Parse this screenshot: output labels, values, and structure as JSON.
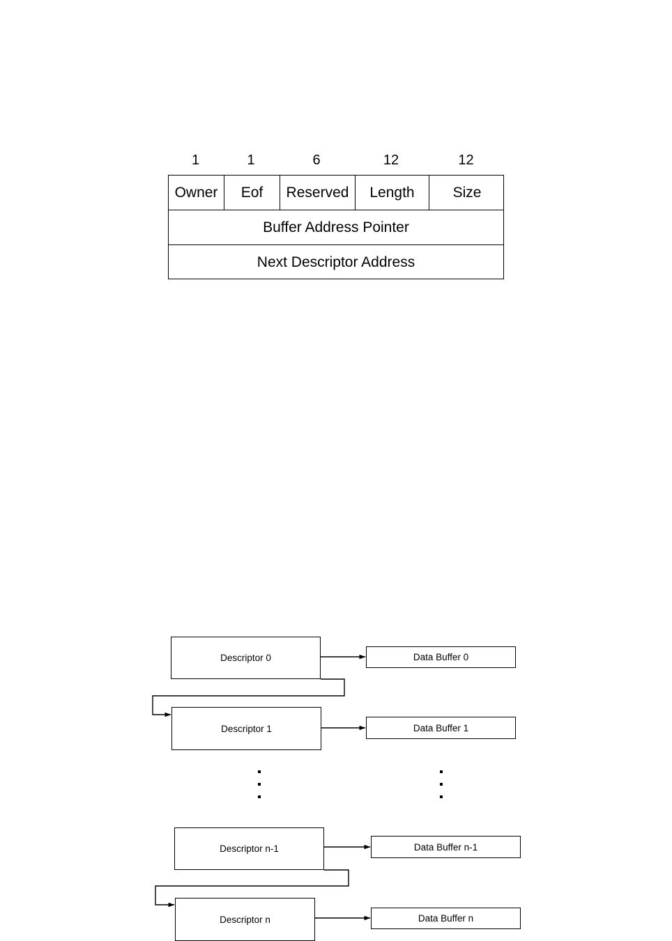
{
  "figure_descriptor_format": {
    "bit_widths": [
      "1",
      "1",
      "6",
      "12",
      "12"
    ],
    "fields_row": [
      "Owner",
      "Eof",
      "Reserved",
      "Length",
      "Size"
    ],
    "row_buffer_address": "Buffer Address Pointer",
    "row_next_descriptor": "Next Descriptor Address"
  },
  "figure_descriptor_ring": {
    "descriptors": [
      {
        "label": "Descriptor 0"
      },
      {
        "label": "Descriptor 1"
      },
      {
        "label": "Descriptor n-1"
      },
      {
        "label": "Descriptor n"
      }
    ],
    "buffers": [
      {
        "label": "Data Buffer 0"
      },
      {
        "label": "Data Buffer 1"
      },
      {
        "label": "Data Buffer n-1"
      },
      {
        "label": "Data Buffer n"
      }
    ],
    "ellipsis_symbol": "vertical-dots"
  },
  "colors": {
    "background": "#ffffff",
    "stroke": "#000000",
    "text": "#000000"
  }
}
